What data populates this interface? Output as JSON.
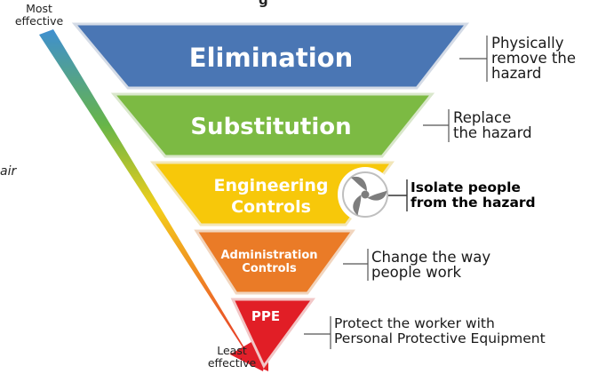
{
  "diagram": {
    "title_partial": "g",
    "most_label": "Most\neffective",
    "least_label": "Least\neffective",
    "side_fragment": "air",
    "colors": {
      "elimination": "#4a76b4",
      "substitution": "#7cba43",
      "engineering": "#f7c80a",
      "administration": "#ea7b27",
      "ppe": "#e11e26",
      "outline": "#c8d0dc"
    },
    "levels": [
      {
        "name": "Elimination",
        "description": "Physically\nremove the\nhazard"
      },
      {
        "name": "Substitution",
        "description": "Replace\nthe hazard"
      },
      {
        "name": "Engineering\nControls",
        "description": "Isolate people\nfrom the hazard",
        "icon": "fan-icon"
      },
      {
        "name": "Administration\nControls",
        "description": "Change the way\npeople work"
      },
      {
        "name": "PPE",
        "description": "Protect the worker with\nPersonal Protective Equipment"
      }
    ]
  }
}
